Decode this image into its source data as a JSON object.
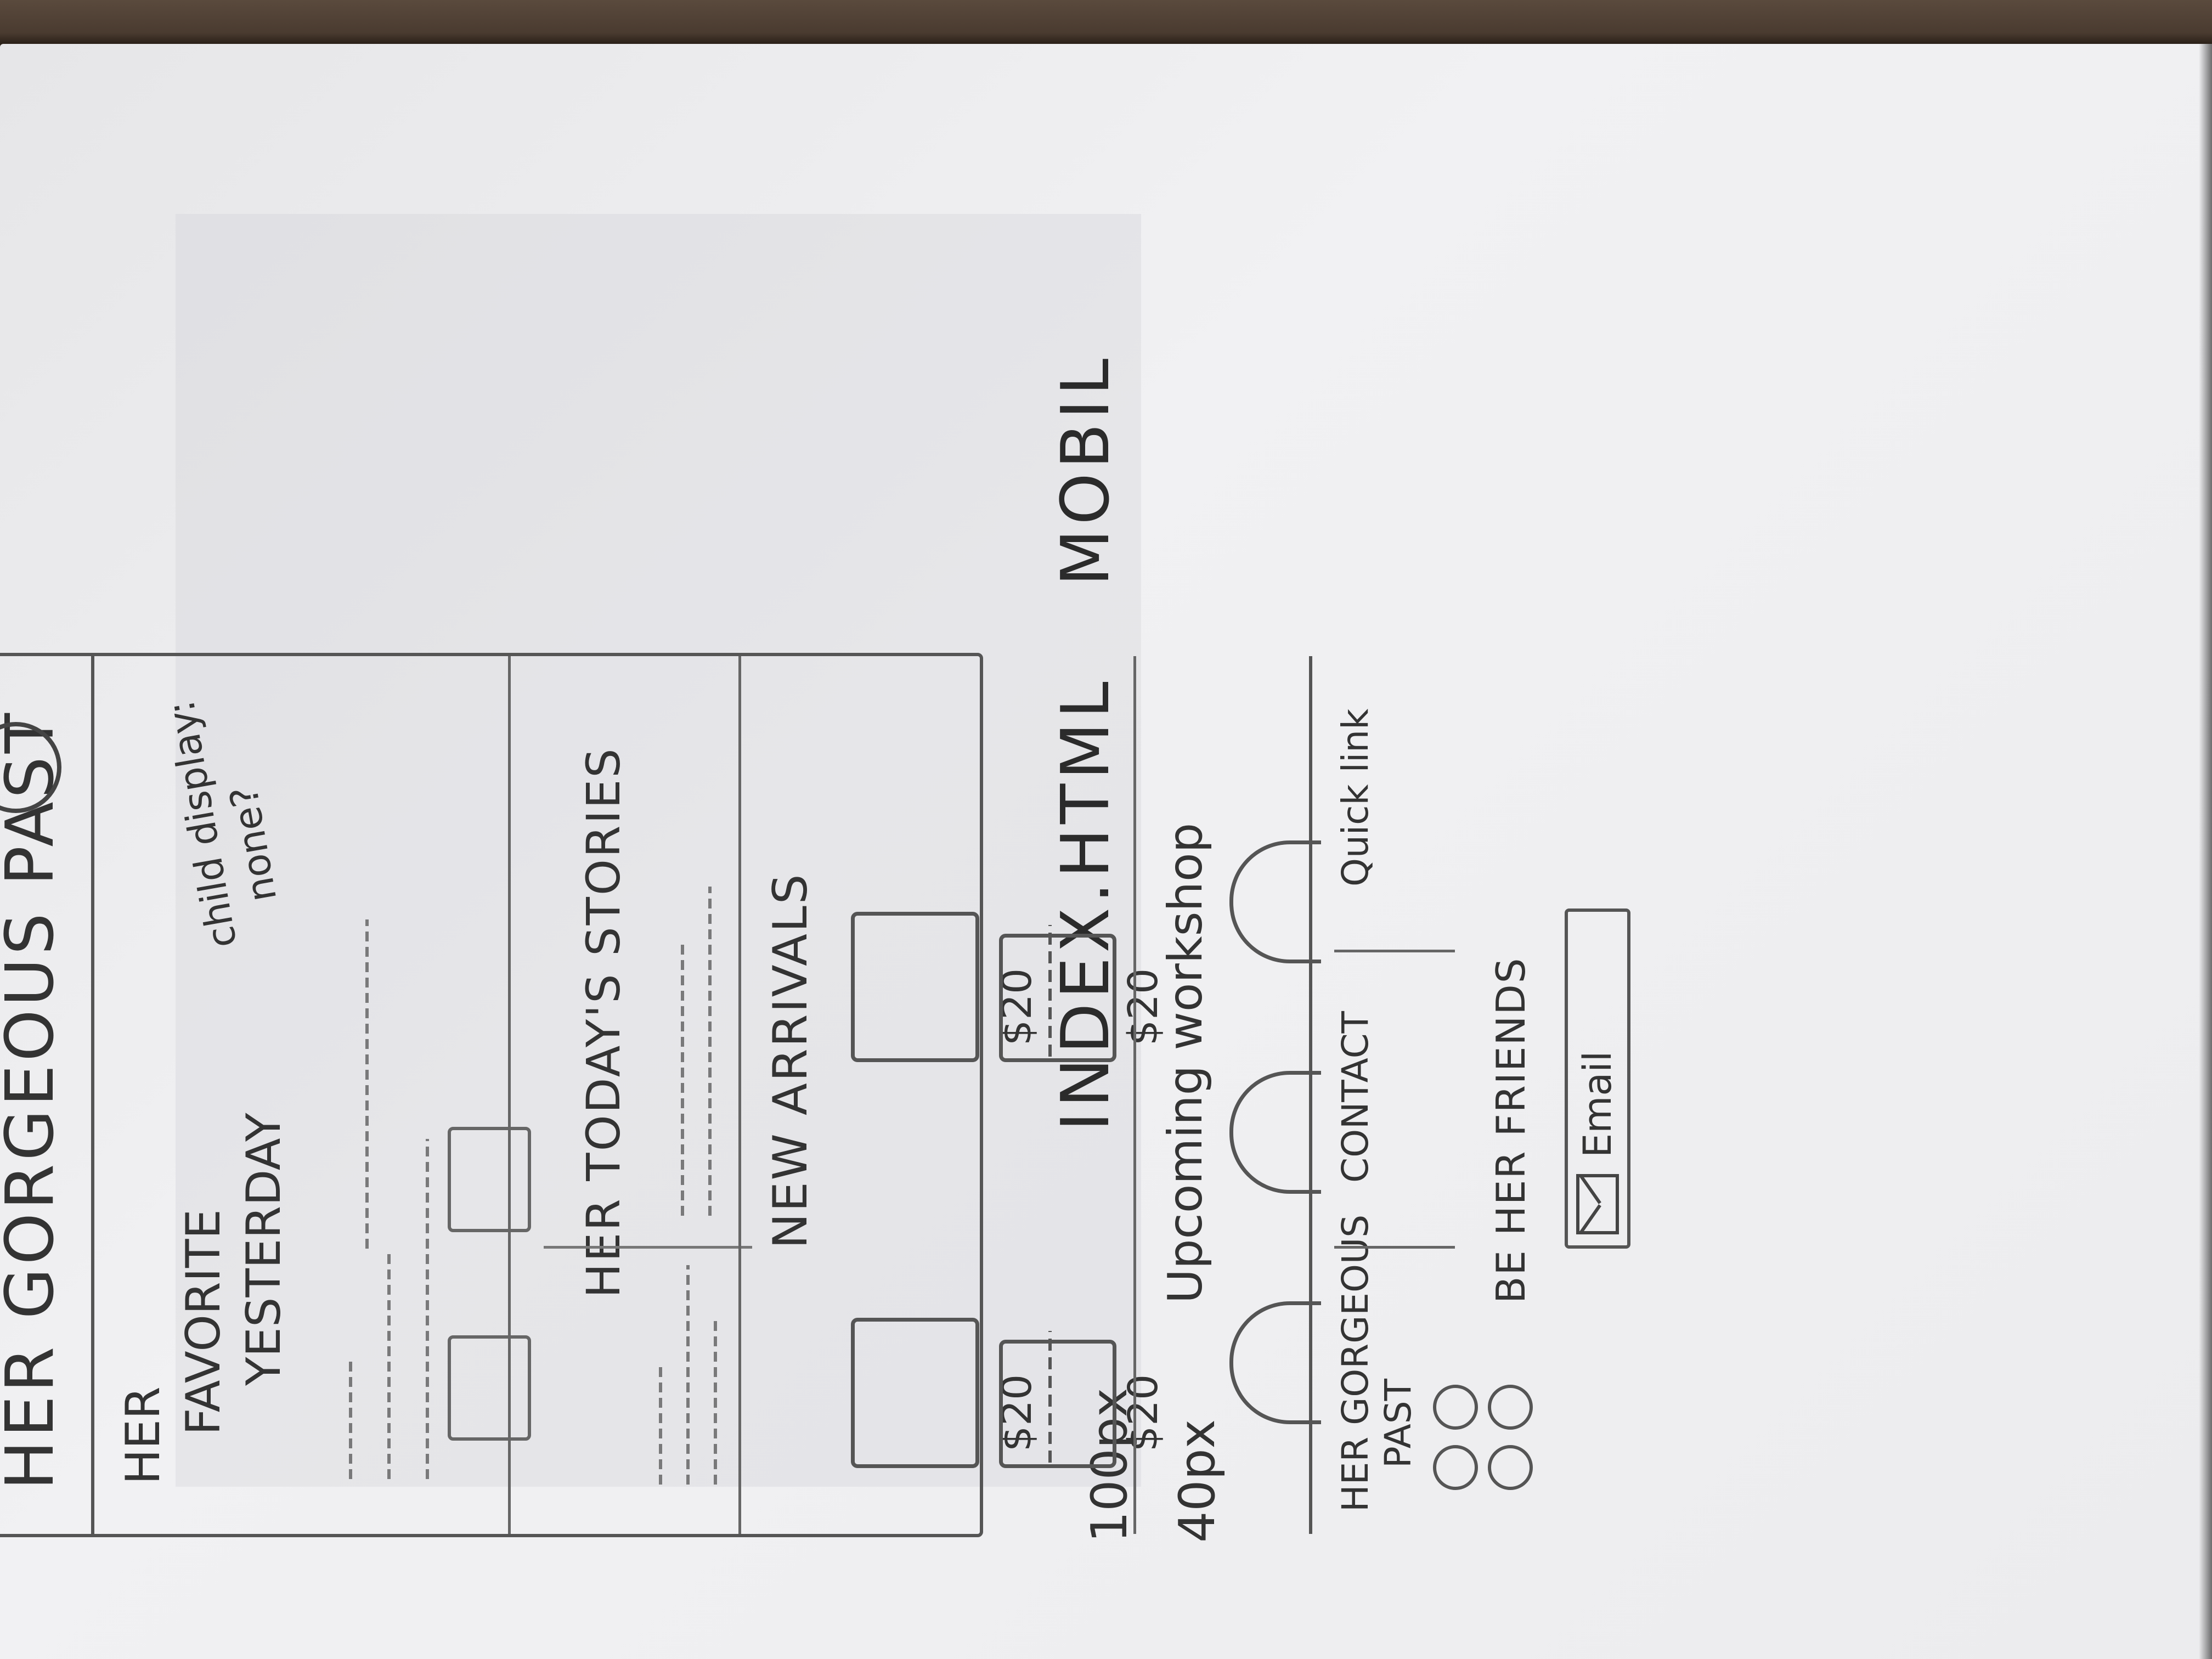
{
  "annotations": {
    "file": "INDEX.HTML",
    "device": "MOBIL",
    "dim_header": "100px",
    "dim_bar": "40px"
  },
  "header": {
    "brand": "HER GORGEOUS PAST"
  },
  "hero": {
    "line1": "HER",
    "line2": "FAVORITE",
    "line3": "YESTERDAY",
    "note_line1": "child display:",
    "note_line2": "none?"
  },
  "stories": {
    "title": "HER TODAY'S STORIES"
  },
  "arrivals": {
    "title": "NEW ARRIVALS",
    "products": [
      {
        "price": "$20"
      },
      {
        "price": "$20"
      },
      {
        "price": "$20"
      },
      {
        "price": "$20"
      }
    ]
  },
  "workshop": {
    "title": "Upcoming workshop"
  },
  "footer": {
    "col1_line1": "HER GORGEOUS",
    "col1_line2": "PAST",
    "col2_title": "CONTACT",
    "col3_title": "Quick link",
    "friends_title": "BE HER FRIENDS",
    "email_label": "Email"
  }
}
